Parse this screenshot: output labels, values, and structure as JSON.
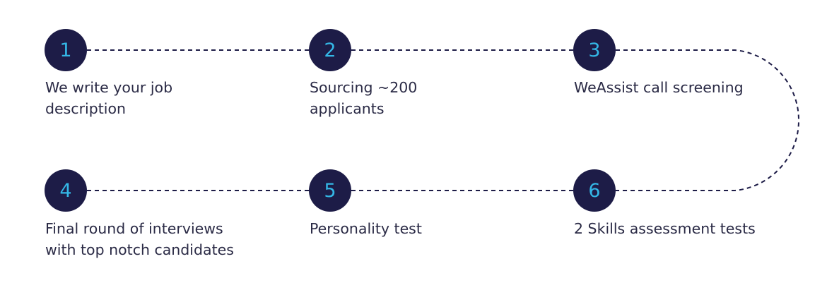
{
  "colors": {
    "circle_fill": "#1d1c47",
    "circle_number": "#34b7e6",
    "label_text": "#2a2a45",
    "connector": "#1d1c47"
  },
  "steps": [
    {
      "number": "1",
      "label": "We write your job\ndescription"
    },
    {
      "number": "2",
      "label": "Sourcing ~200\napplicants"
    },
    {
      "number": "3",
      "label": "WeAssist call screening"
    },
    {
      "number": "4",
      "label": "Final round of interviews\nwith top notch candidates"
    },
    {
      "number": "5",
      "label": "Personality test"
    },
    {
      "number": "6",
      "label": "2 Skills assessment tests"
    }
  ]
}
